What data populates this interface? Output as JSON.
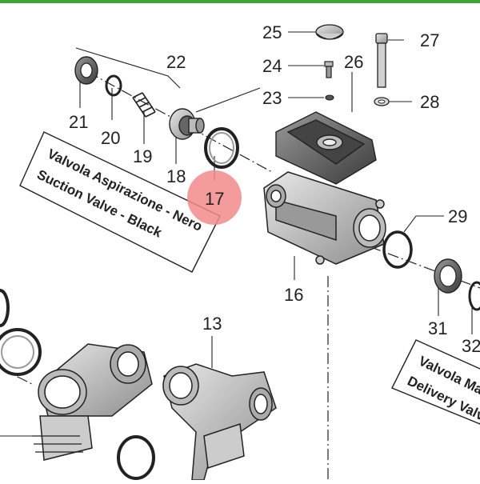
{
  "accent_color": "#3aa63a",
  "highlight_color": "#f28b8b",
  "part_numbers": [
    "25",
    "27",
    "22",
    "24",
    "26",
    "23",
    "28",
    "21",
    "20",
    "19",
    "18",
    "17",
    "29",
    "16",
    "13",
    "31",
    "32"
  ],
  "labels": {
    "suction_line1": "Valvola Aspirazione - Nero",
    "suction_line2": "Suction Valve - Black",
    "delivery_line1": "Valvola Ma",
    "delivery_line2": "Delivery Valv"
  }
}
